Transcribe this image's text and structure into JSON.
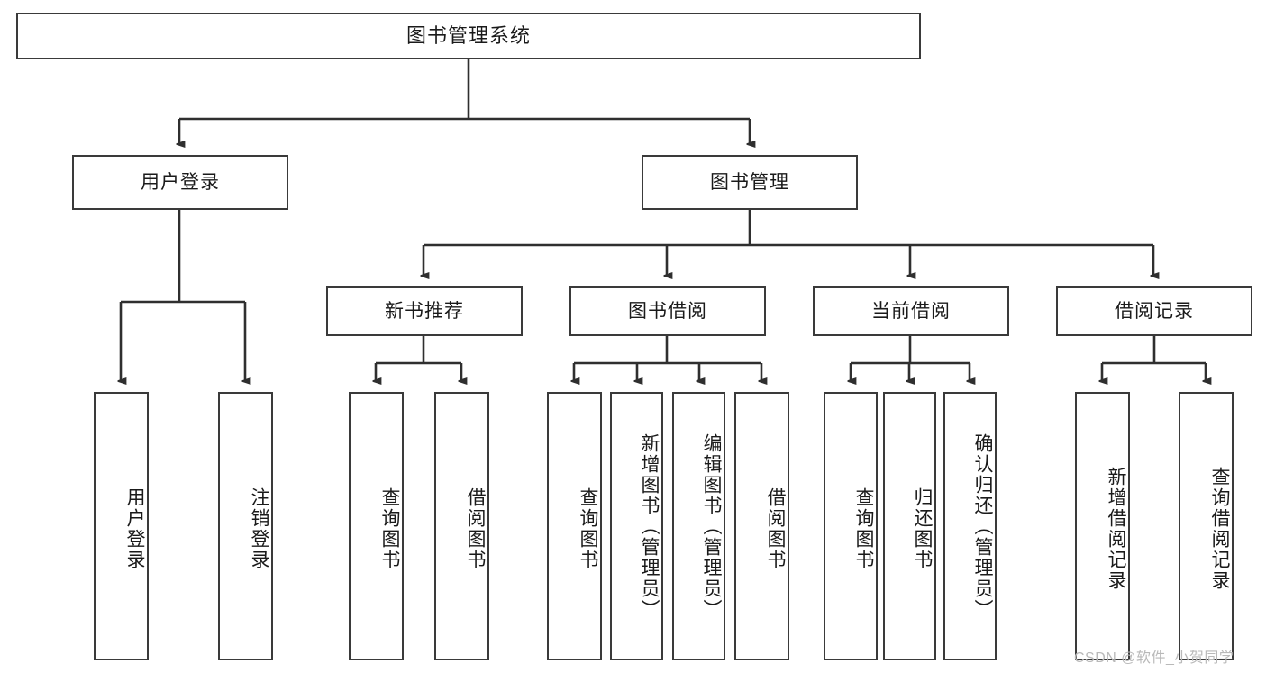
{
  "diagram": {
    "title": "图书管理系统",
    "type": "tree-hierarchy-chart",
    "orientation": "top-down",
    "colors": {
      "box_border": "#3a3a3a",
      "box_fill": "#ffffff",
      "text": "#1a1a1a",
      "edge": "#2f2f2f",
      "watermark": "#b9b9b9",
      "background": "#ffffff"
    }
  },
  "nodes": {
    "root": {
      "label": "图书管理系统"
    },
    "level2": [
      {
        "label": "用户登录"
      },
      {
        "label": "图书管理"
      }
    ],
    "level3": [
      {
        "label": "新书推荐"
      },
      {
        "label": "图书借阅"
      },
      {
        "label": "当前借阅"
      },
      {
        "label": "借阅记录"
      }
    ],
    "leaves": {
      "user_login": [
        {
          "label": "用户登录"
        },
        {
          "label": "注销登录"
        }
      ],
      "new_book_recommend": [
        {
          "label": "查询图书"
        },
        {
          "label": "借阅图书"
        }
      ],
      "book_borrow": [
        {
          "label": "查询图书"
        },
        {
          "label": "新增图书（管理员）"
        },
        {
          "label": "编辑图书（管理员）"
        },
        {
          "label": "借阅图书"
        }
      ],
      "current_borrow": [
        {
          "label": "查询图书"
        },
        {
          "label": "归还图书"
        },
        {
          "label": "确认归还（管理员）"
        }
      ],
      "borrow_record": [
        {
          "label": "新增借阅记录"
        },
        {
          "label": "查询借阅记录"
        }
      ]
    }
  },
  "watermark": {
    "text": "CSDN @软件_小贺同学"
  }
}
